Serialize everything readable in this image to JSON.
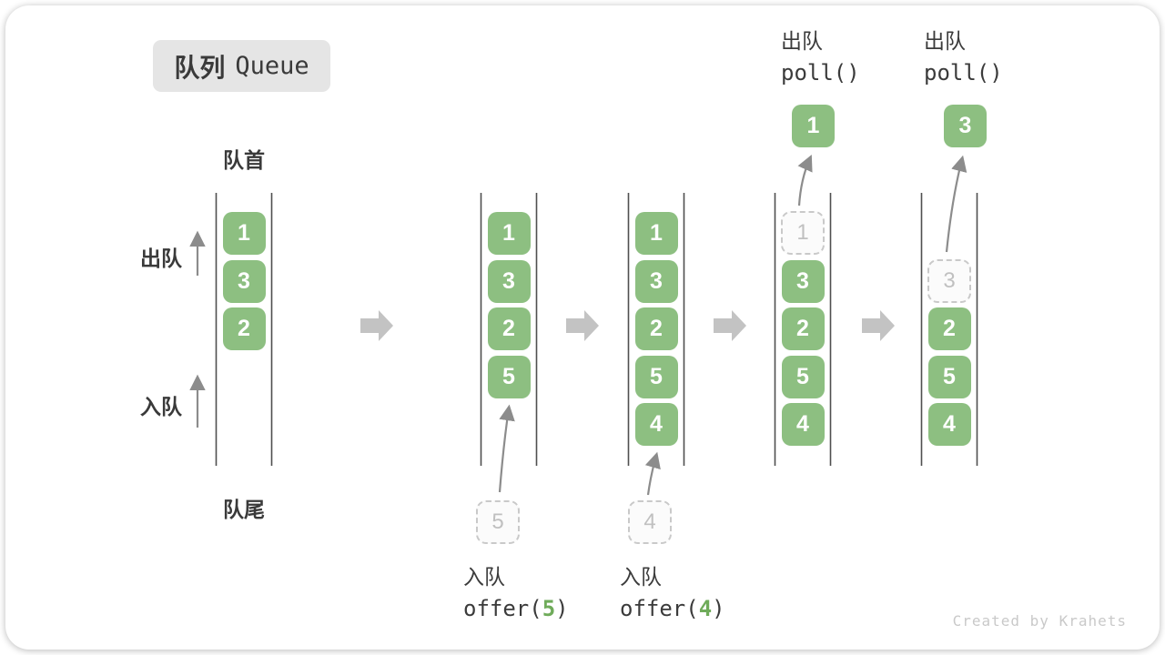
{
  "title": {
    "zh": "队列",
    "en": "Queue"
  },
  "side_labels": {
    "front": "队首",
    "rear": "队尾",
    "dequeue": "出队",
    "enqueue": "入队"
  },
  "columns": [
    {
      "items": [
        {
          "value": "1",
          "slot": 0,
          "ghost": false
        },
        {
          "value": "3",
          "slot": 1,
          "ghost": false
        },
        {
          "value": "2",
          "slot": 2,
          "ghost": false
        }
      ]
    },
    {
      "items": [
        {
          "value": "1",
          "slot": 0,
          "ghost": false
        },
        {
          "value": "3",
          "slot": 1,
          "ghost": false
        },
        {
          "value": "2",
          "slot": 2,
          "ghost": false
        },
        {
          "value": "5",
          "slot": 3,
          "ghost": false
        }
      ]
    },
    {
      "items": [
        {
          "value": "1",
          "slot": 0,
          "ghost": false
        },
        {
          "value": "3",
          "slot": 1,
          "ghost": false
        },
        {
          "value": "2",
          "slot": 2,
          "ghost": false
        },
        {
          "value": "5",
          "slot": 3,
          "ghost": false
        },
        {
          "value": "4",
          "slot": 4,
          "ghost": false
        }
      ]
    },
    {
      "items": [
        {
          "value": "1",
          "slot": 0,
          "ghost": true
        },
        {
          "value": "3",
          "slot": 1,
          "ghost": false
        },
        {
          "value": "2",
          "slot": 2,
          "ghost": false
        },
        {
          "value": "5",
          "slot": 3,
          "ghost": false
        },
        {
          "value": "4",
          "slot": 4,
          "ghost": false
        }
      ]
    },
    {
      "items": [
        {
          "value": "3",
          "slot": 1,
          "ghost": true
        },
        {
          "value": "2",
          "slot": 2,
          "ghost": false
        },
        {
          "value": "5",
          "slot": 3,
          "ghost": false
        },
        {
          "value": "4",
          "slot": 4,
          "ghost": false
        }
      ]
    }
  ],
  "annotations": {
    "enqueue5": {
      "label": "入队",
      "fn_open": "offer(",
      "arg": "5",
      "fn_close": ")",
      "source_value": "5"
    },
    "enqueue4": {
      "label": "入队",
      "fn_open": "offer(",
      "arg": "4",
      "fn_close": ")",
      "source_value": "4"
    },
    "poll_first": {
      "label": "出队",
      "code": "poll()",
      "result_value": "1"
    },
    "poll_second": {
      "label": "出队",
      "code": "poll()",
      "result_value": "3"
    }
  },
  "watermark": "Created by Krahets",
  "colors": {
    "item_green": "#8dbf81",
    "code_arg_green": "#6fab5a",
    "text_dark": "#3a3a3a",
    "wall_line": "#4f4f4f",
    "flow_arrow_gray": "#c3c3c3",
    "thin_arrow_gray": "#8c8c8c",
    "ghost_border": "#c9c9c9",
    "badge_background": "#e5e5e5",
    "watermark_gray": "#c9c9c9"
  }
}
